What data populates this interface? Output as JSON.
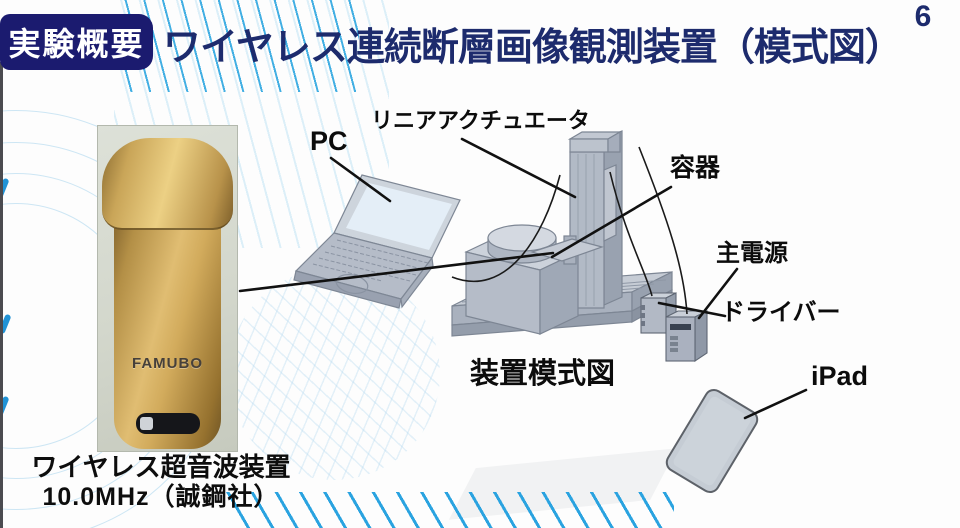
{
  "slide": {
    "page_number": "6",
    "section_badge": "実験概要",
    "title": "ワイヤレス連続断層画像観測装置（模式図）"
  },
  "photo": {
    "device_brand": "FAMUBO",
    "caption_line1": "ワイヤレス超音波装置",
    "caption_line2": "10.0MHz（誠鋼社）"
  },
  "diagram": {
    "caption": "装置模式図",
    "labels": {
      "pc": "PC",
      "linear_actuator": "リニアアクチュエータ",
      "container": "容器",
      "main_power": "主電源",
      "driver": "ドライバー",
      "ipad": "iPad"
    }
  },
  "colors": {
    "title_navy": "#1D2B6D",
    "badge_navy": "#1B1B6F",
    "decor_blue": "#2AA3E0",
    "probe_gold": "#C9A254",
    "machine_gray": "#B7BEC9",
    "label_black": "#0C0C0C"
  }
}
